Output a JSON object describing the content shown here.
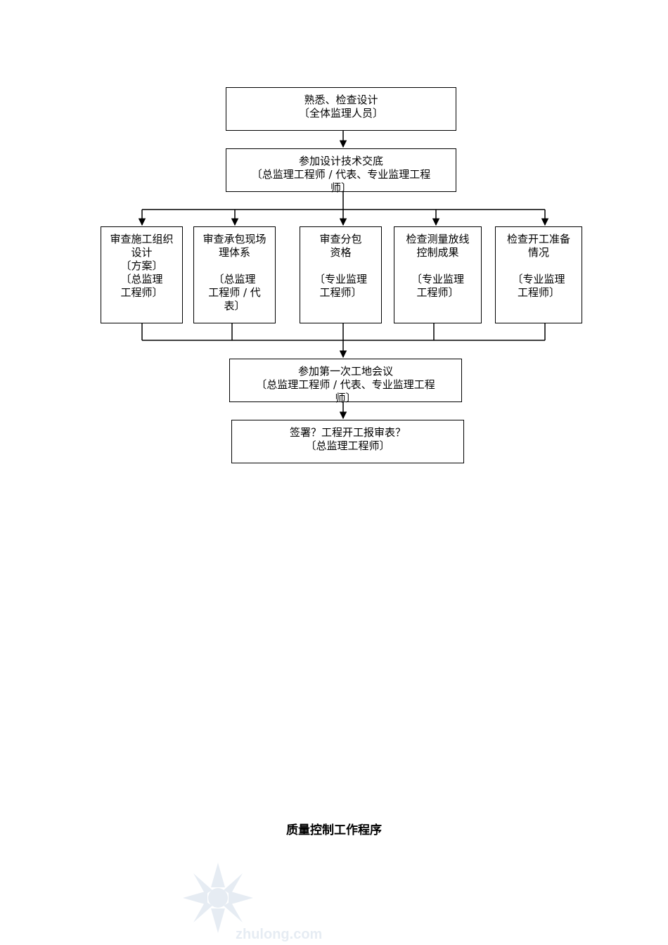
{
  "diagram": {
    "nodes": {
      "familiarize": {
        "lines": [
          "熟悉、检查设计",
          "〔全体监理人员〕"
        ]
      },
      "disclosure": {
        "lines": [
          "参加设计技术交底",
          "〔总监理工程师 / 代表、专业监理工程",
          "师〕"
        ]
      },
      "review_plan": {
        "lines": [
          "审查施工组织",
          "设计",
          "〔方案〕",
          "〔总监理",
          "工程师〕"
        ]
      },
      "review_system": {
        "lines": [
          "审查承包现场",
          "理体系",
          "",
          "〔总监理",
          "工程师 / 代",
          "表〕"
        ]
      },
      "review_subcontract": {
        "lines": [
          "审查分包",
          "资格",
          "",
          "〔专业监理",
          "工程师〕"
        ]
      },
      "check_survey": {
        "lines": [
          "检查测量放线",
          "控制成果",
          "",
          "〔专业监理",
          "工程师〕"
        ]
      },
      "check_prep": {
        "lines": [
          "检查开工准备",
          "情况",
          "",
          "〔专业监理",
          "工程师〕"
        ]
      },
      "first_meeting": {
        "lines": [
          "参加第一次工地会议",
          "〔总监理工程师 / 代表、专业监理工程",
          "师〕"
        ]
      },
      "sign_report": {
        "lines": [
          "签署？工程开工报审表？",
          "〔总监理工程师〕"
        ]
      }
    },
    "caption": "质量控制工作程序"
  },
  "watermark": {
    "text": "zhulong.com"
  }
}
